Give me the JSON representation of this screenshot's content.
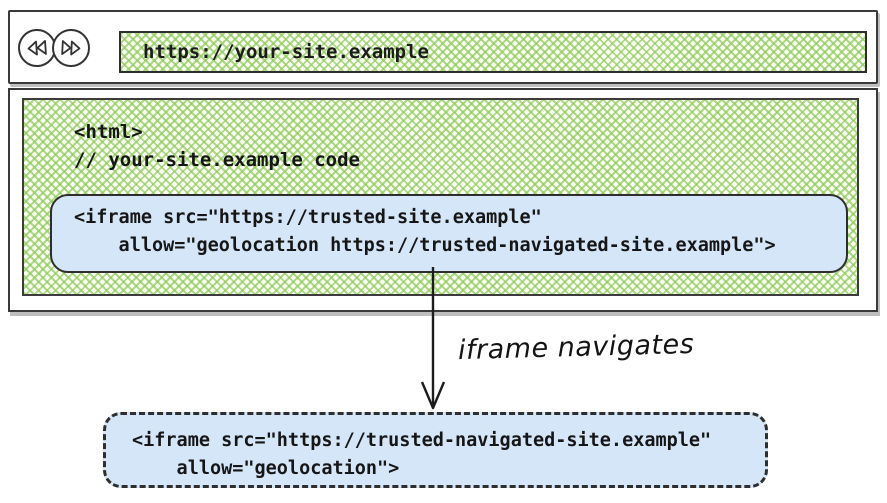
{
  "browser": {
    "url": "https://your-site.example",
    "back_icon": "rewind-icon",
    "forward_icon": "fast-forward-icon"
  },
  "page_code": {
    "line1": "<html>",
    "line2": "// your-site.example code"
  },
  "iframe_embedded": {
    "line1": "<iframe src=\"https://trusted-site.example\"",
    "line2": "    allow=\"geolocation https://trusted-navigated-site.example\">"
  },
  "arrow_label": "iframe navigates",
  "iframe_navigated": {
    "line1": "<iframe src=\"https://trusted-navigated-site.example\"",
    "line2": "    allow=\"geolocation\">"
  },
  "colors": {
    "ink": "#2e2e2e",
    "hatch_green": "#8dc957",
    "code_box_blue": "#d4e6f8"
  }
}
